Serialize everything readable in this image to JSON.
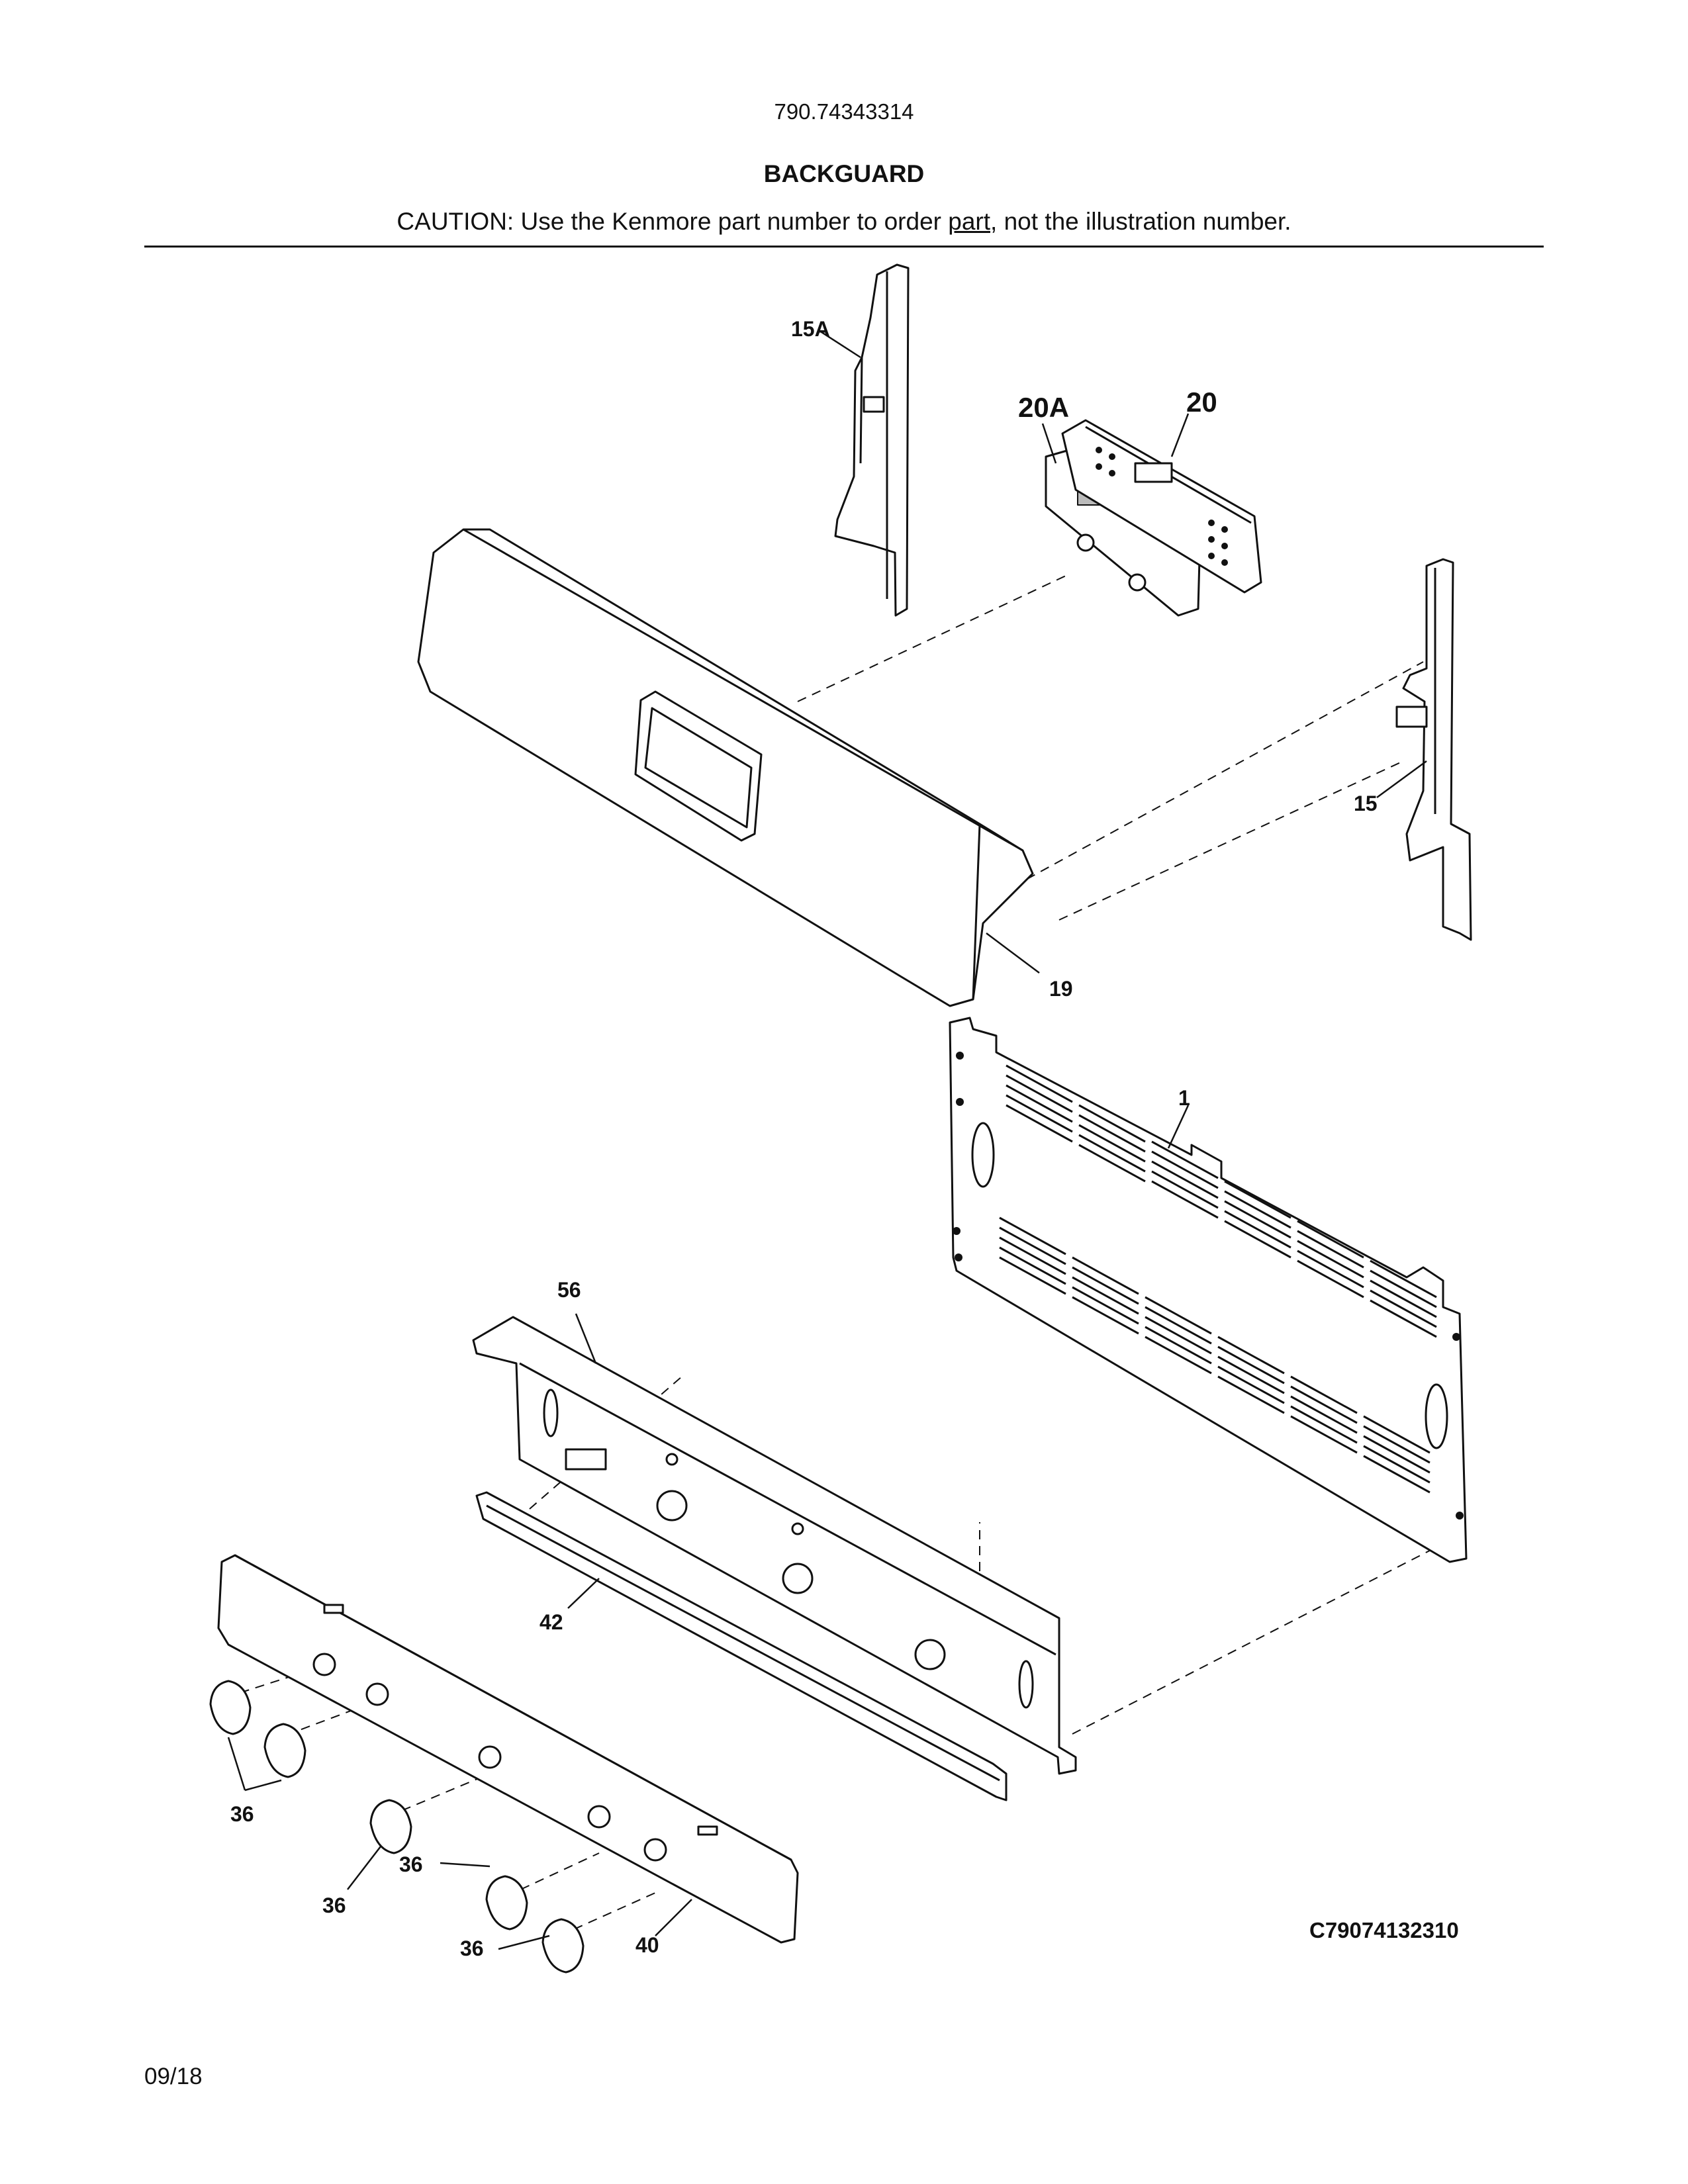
{
  "header": {
    "model_number": "790.74343314",
    "section_title": "BACKGUARD",
    "caution_before": "CAUTION: Use the Kenmore part number to order ",
    "caution_link": "part",
    "caution_after": ", not the illustration number."
  },
  "callouts": {
    "c15A": "15A",
    "c20A": "20A",
    "c20": "20",
    "c15": "15",
    "c19": "19",
    "c1": "1",
    "c56": "56",
    "c42": "42",
    "c36a": "36",
    "c36b": "36",
    "c36c": "36",
    "c36d": "36",
    "c40": "40"
  },
  "footer": {
    "diagram_code": "C79074132310",
    "date": "09/18"
  }
}
